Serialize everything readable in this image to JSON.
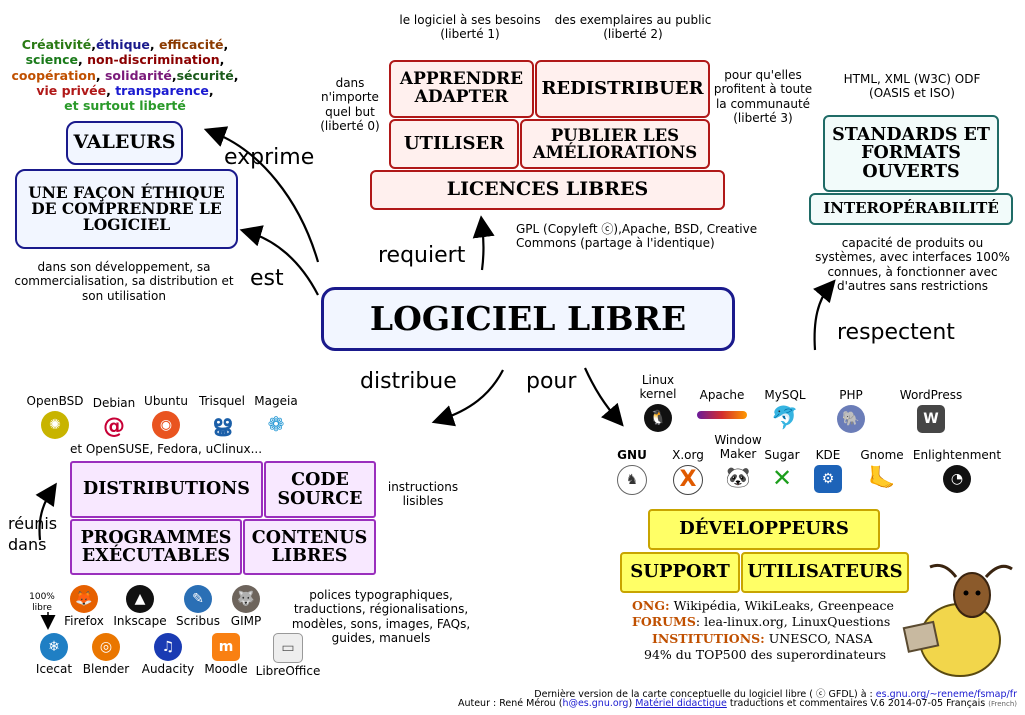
{
  "values_list": {
    "line1": [
      {
        "text": "Créativité",
        "color": "#2a7a14"
      },
      {
        "text": ",",
        "color": "#000000"
      },
      {
        "text": "éthique",
        "color": "#1a1a8c"
      },
      {
        "text": ", ",
        "color": "#000000"
      },
      {
        "text": "efficacité",
        "color": "#8b3a00"
      },
      {
        "text": ",",
        "color": "#000000"
      }
    ],
    "line2": [
      {
        "text": "science",
        "color": "#1a7a1a"
      },
      {
        "text": ", ",
        "color": "#000000"
      },
      {
        "text": "non-discrimination",
        "color": "#8b0000"
      },
      {
        "text": ",",
        "color": "#000000"
      }
    ],
    "line3": [
      {
        "text": "coopération",
        "color": "#c05000"
      },
      {
        "text": ", ",
        "color": "#000000"
      },
      {
        "text": "solidarité",
        "color": "#7a1a7a"
      },
      {
        "text": ",",
        "color": "#000000"
      },
      {
        "text": "sécurité",
        "color": "#1a5a1a"
      },
      {
        "text": ",",
        "color": "#000000"
      }
    ],
    "line4": [
      {
        "text": "vie privée",
        "color": "#b01818"
      },
      {
        "text": ", ",
        "color": "#000000"
      },
      {
        "text": "transparence",
        "color": "#1a1ad0"
      },
      {
        "text": ",",
        "color": "#000000"
      }
    ],
    "line5": [
      {
        "text": "et surtout liberté",
        "color": "#2a9a2a"
      }
    ]
  },
  "nodes": {
    "valeurs": "VALEURS",
    "ethique": "UNE FAÇON ÉTHIQUE DE COMPRENDRE LE LOGICIEL",
    "ethique_note": "dans son développement, sa commercialisation, sa distribution et son utilisation",
    "center": "LOGICIEL LIBRE",
    "apprendre": "APPRENDRE ADAPTER",
    "redistribuer": "REDISTRIBUER",
    "utiliser": "UTILISER",
    "publier": "PUBLIER LES AMÉLIORATIONS",
    "licences": "LICENCES LIBRES",
    "licences_note": "GPL (Copyleft ⓒ),Apache, BSD, Creative Commons (partage à l'identique)",
    "liberte1": "le logiciel à ses besoins (liberté 1)",
    "liberte2": "des exemplaires au public (liberté 2)",
    "liberte0": "dans n'importe quel but (liberté 0)",
    "liberte3": "pour qu'elles profitent à toute la communauté (liberté 3)",
    "standards": "STANDARDS ET FORMATS OUVERTS",
    "interop": "INTEROPÉRABILITÉ",
    "standards_top": "HTML, XML (W3C) ODF (OASIS et ISO)",
    "interop_note": "capacité de produits ou systèmes, avec interfaces 100% connues, à fonctionner avec d'autres sans restrictions",
    "distributions": "DISTRIBUTIONS",
    "code_source": "CODE SOURCE",
    "programmes": "PROGRAMMES EXÉCUTABLES",
    "contenus": "CONTENUS LIBRES",
    "instructions": "instructions lisibles",
    "contenus_note": "polices typographiques, traductions, régionalisations, modèles, sons, images, FAQs, guides, manuels",
    "developpeurs": "DÉVELOPPEURS",
    "support": "SUPPORT",
    "utilisateurs": "UTILISATEURS"
  },
  "verbs": {
    "exprime": "exprime",
    "est": "est",
    "requiert": "requiert",
    "respectent": "respectent",
    "distribue": "distribue",
    "pour": "pour",
    "reunis": "réunis dans"
  },
  "distros": {
    "openbsd": "OpenBSD",
    "debian": "Debian",
    "ubuntu": "Ubuntu",
    "trisquel": "Trisquel",
    "mageia": "Mageia",
    "others": "et OpenSUSE, Fedora, uClinux..."
  },
  "apps": {
    "pct": "100% libre",
    "firefox": "Firefox",
    "inkscape": "Inkscape",
    "scribus": "Scribus",
    "gimp": "GIMP",
    "icecat": "Icecat",
    "blender": "Blender",
    "audacity": "Audacity",
    "moodle": "Moodle",
    "libreoffice": "LibreOffice"
  },
  "projects": {
    "linux": "Linux kernel",
    "apache": "Apache",
    "mysql": "MySQL",
    "php": "PHP",
    "wordpress": "WordPress",
    "gnu": "GNU",
    "xorg": "X.org",
    "windowmaker": "Window Maker",
    "sugar": "Sugar",
    "kde": "KDE",
    "gnome": "Gnome",
    "enlightenment": "Enlightenment"
  },
  "orgs": {
    "ong_label": "ONG:",
    "ong_value": "Wikipédia, WikiLeaks, Greenpeace",
    "forums_label": "FORUMS",
    "forums_value": ": lea-linux.org, LinuxQuestions",
    "inst_label": "INSTITUTIONS:",
    "inst_value": "UNESCO, NASA",
    "top500": "94% du TOP500 des superordinateurs"
  },
  "footer": {
    "line1_prefix": "Dernière version de la carte conceptuelle du logiciel libre ( ⓒ GFDL) à :",
    "line1_link": "es.gnu.org/~reneme/fsmap/fr",
    "line2_author": "Auteur : René Mérou (",
    "line2_email": "h@es.gnu.org",
    "line2_mid": ")",
    "line2_link": "Matériel didactique",
    "line2_rest": "traductions et commentaires V.6 2014-07-05 Français",
    "line2_lang": "(French)"
  },
  "colors": {
    "blue": "#1a1a8c",
    "red": "#b01818",
    "teal": "#1f6b66",
    "purple": "#9a2fbd",
    "yellow": "#ffff66"
  }
}
